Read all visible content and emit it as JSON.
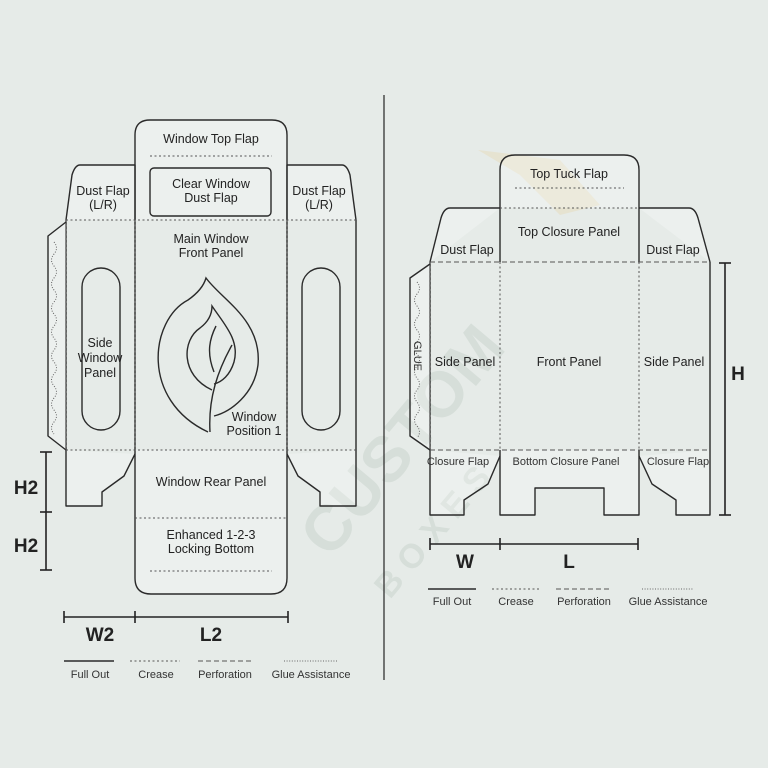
{
  "watermark": {
    "brand": "CUSTOM",
    "sub": "BOXES",
    "accent": "#e9c98f"
  },
  "left_box": {
    "labels": {
      "top_flap": "Window Top Flap",
      "clear_window_1": "Clear Window",
      "clear_window_2": "Dust Flap",
      "dust_left_1": "Dust Flap",
      "dust_left_2": "(L/R)",
      "dust_right_1": "Dust Flap",
      "dust_right_2": "(L/R)",
      "main_1": "Main Window",
      "main_2": "Front Panel",
      "side_1": "Side",
      "side_2": "Window",
      "side_3": "Panel",
      "window_pos_1": "Window",
      "window_pos_2": "Position 1",
      "rear": "Window Rear Panel",
      "bottom_1": "Enhanced 1-2-3",
      "bottom_2": "Locking Bottom"
    },
    "dims": {
      "h2_upper": "H2",
      "h2_lower": "H2",
      "w2": "W2",
      "l2": "L2"
    },
    "legend": [
      {
        "label": "Full Out",
        "style": "cut"
      },
      {
        "label": "Crease",
        "style": "crease"
      },
      {
        "label": "Perforation",
        "style": "perforation"
      },
      {
        "label": "Glue Assistance",
        "style": "glue"
      }
    ]
  },
  "right_box": {
    "labels": {
      "top_tuck": "Top Tuck Flap",
      "top_closure": "Top Closure Panel",
      "dust_left": "Dust Flap",
      "dust_right": "Dust Flap",
      "side_left": "Side Panel",
      "front": "Front Panel",
      "side_right": "Side Panel",
      "closure_left": "Closure Flap",
      "bottom_closure": "Bottom Closure Panel",
      "closure_right": "Closure Flap",
      "glue": "GLUE"
    },
    "dims": {
      "h": "H",
      "w": "W",
      "l": "L"
    },
    "legend": [
      {
        "label": "Full Out",
        "style": "cut"
      },
      {
        "label": "Crease",
        "style": "crease"
      },
      {
        "label": "Perforation",
        "style": "perforation"
      },
      {
        "label": "Glue Assistance",
        "style": "glue"
      }
    ]
  }
}
